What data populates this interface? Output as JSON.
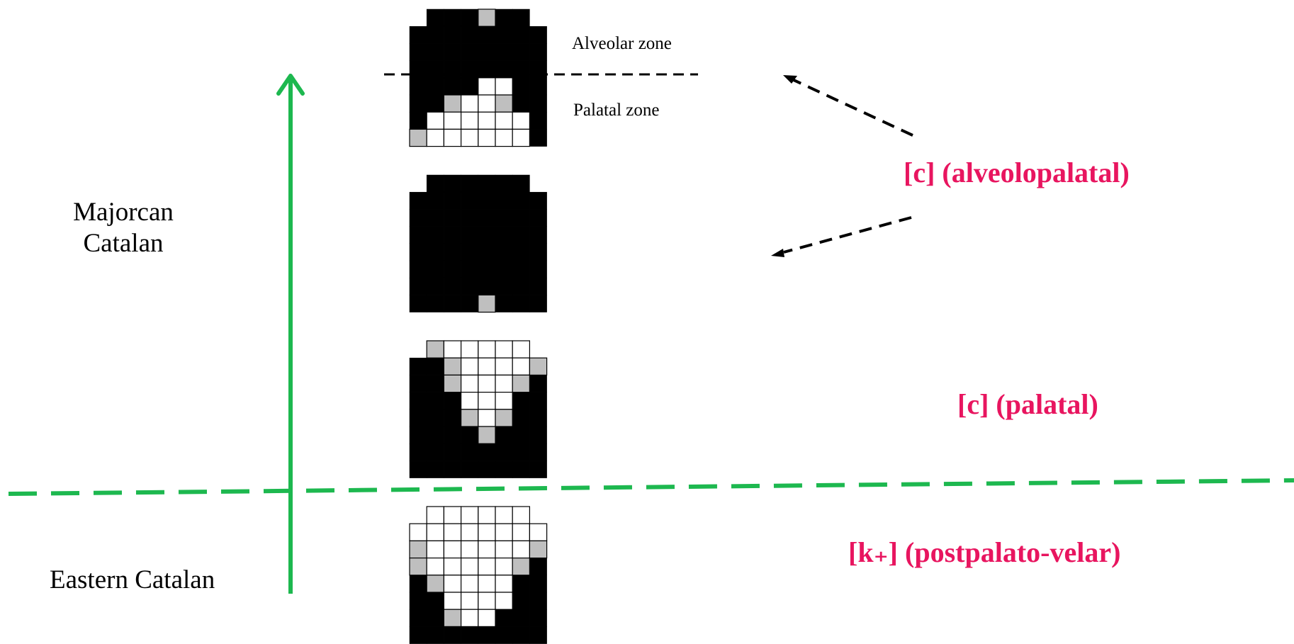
{
  "dialects": {
    "majorcan_line1": "Majorcan",
    "majorcan_line2": "Catalan",
    "eastern": "Eastern Catalan"
  },
  "zones": {
    "alveolar": "Alveolar zone",
    "palatal": "Palatal zone"
  },
  "labels": {
    "alveolopalatal": "[c] (alveolopalatal)",
    "palatal": "[c] (palatal)",
    "postpalato_velar": "[k₊] (postpalato-velar)"
  },
  "colors": {
    "accent_green": "#1db84f",
    "label_pink": "#e8155f",
    "contact_black": "#000000",
    "partial_gray": "#bfbfbf",
    "no_contact_white": "#ffffff"
  },
  "legend_codes": {
    "0": "no-contact",
    "1": "contact",
    "2": "partial-contact"
  },
  "palatograms": [
    {
      "name": "palatogram-alveolopalatal-1",
      "rows": [
        "x111211x",
        "11111111",
        "11111111",
        "11111111",
        "11110011",
        "11200211",
        "10000001",
        "20000001"
      ]
    },
    {
      "name": "palatogram-alveolopalatal-2",
      "rows": [
        "x111111x",
        "11111111",
        "11111111",
        "11111111",
        "11111111",
        "11111111",
        "11111111",
        "11112111"
      ]
    },
    {
      "name": "palatogram-palatal",
      "rows": [
        "x200000x",
        "11200002",
        "11200021",
        "11100011",
        "11120211",
        "11112111",
        "11111111",
        "11111111"
      ]
    },
    {
      "name": "palatogram-postpalato-velar",
      "rows": [
        "x000000x",
        "00000000",
        "20000002",
        "20000021",
        "12000011",
        "11000011",
        "11200111",
        "11111111"
      ]
    }
  ]
}
